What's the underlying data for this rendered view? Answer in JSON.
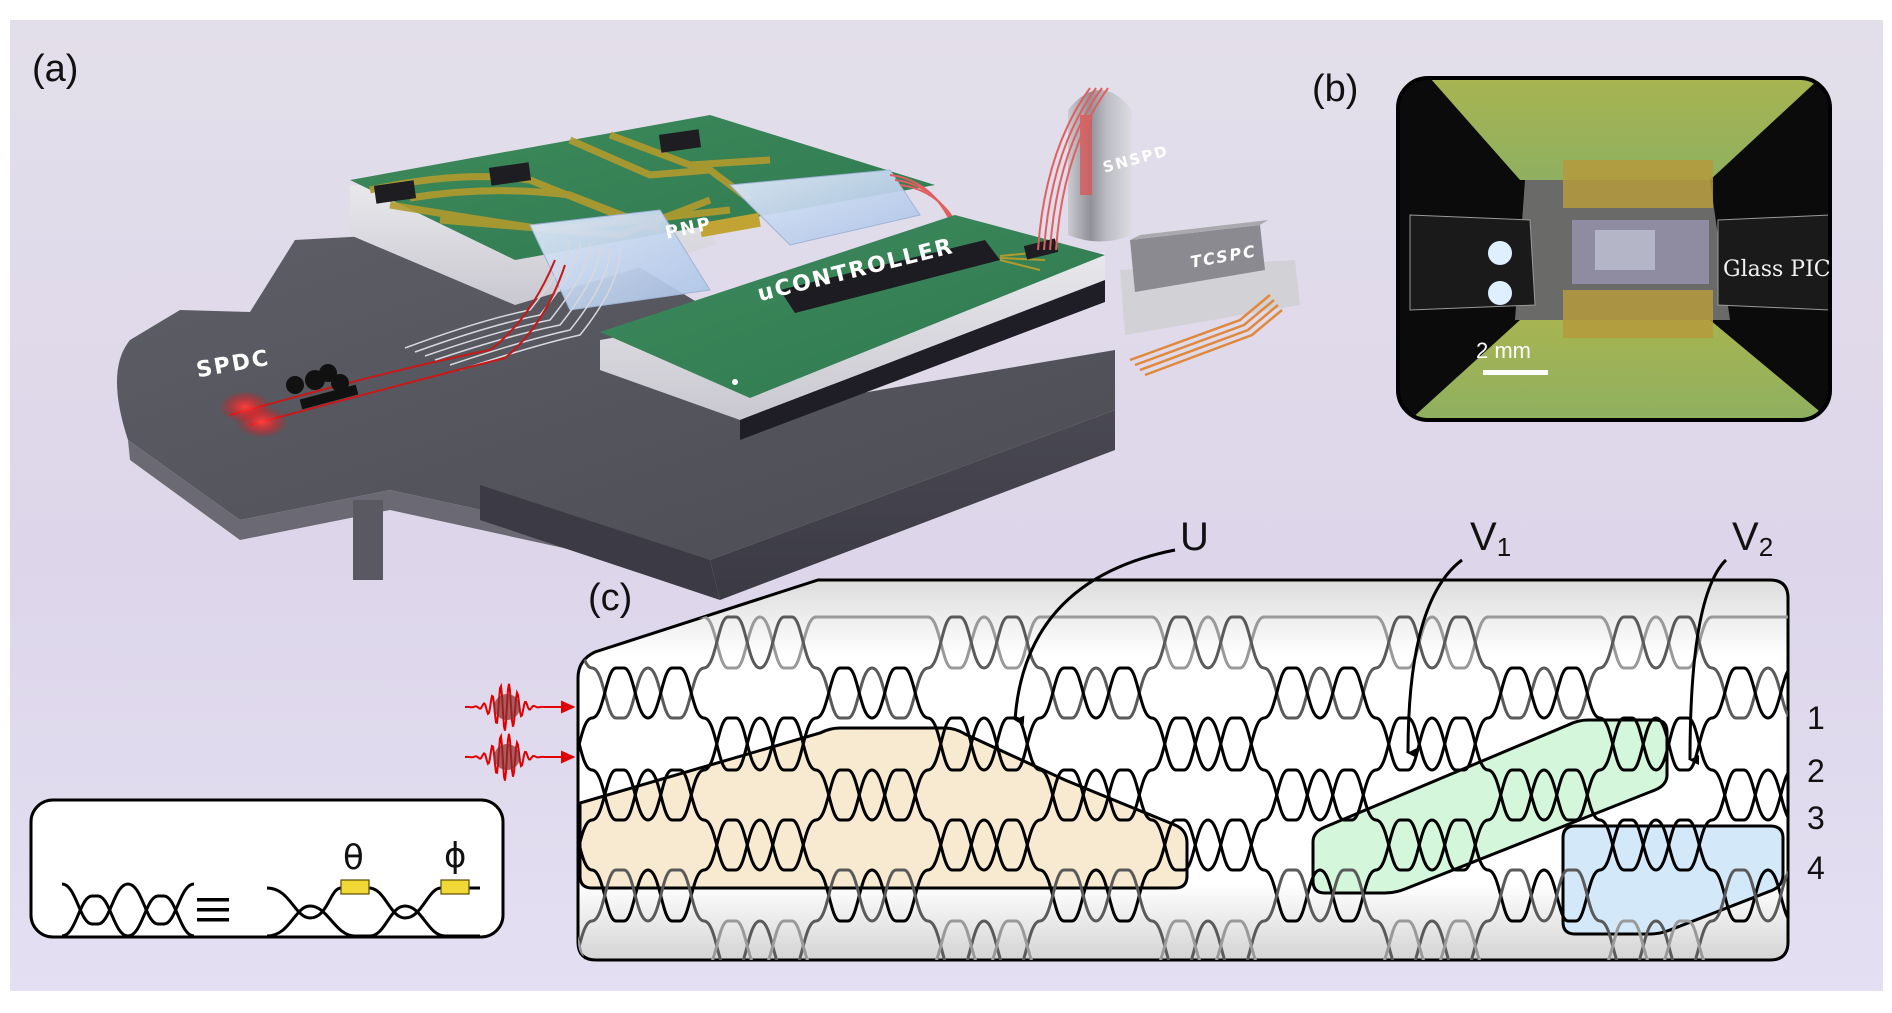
{
  "figure": {
    "panels": {
      "a": {
        "label": "(a)"
      },
      "b": {
        "label": "(b)"
      },
      "c": {
        "label": "(c)"
      }
    },
    "scene_labels": {
      "spdc": "SPDC",
      "pnp": "PNP",
      "ucontroller": "uCONTROLLER",
      "snspd": "SNSPD",
      "tcspc": "TCSPC"
    },
    "photo": {
      "annotation": "Glass PIC",
      "scale_bar": "2 mm"
    },
    "schematic": {
      "operators": [
        {
          "name": "U",
          "sub": ""
        },
        {
          "name": "V",
          "sub": "1"
        },
        {
          "name": "V",
          "sub": "2"
        }
      ],
      "ports": [
        "1",
        "2",
        "3",
        "4"
      ],
      "region_colors": {
        "U": "#f8ead0",
        "V1": "#d4f6da",
        "V2": "#d3e8f8"
      },
      "photon_color": "#e00000",
      "input_photons": 2
    },
    "legend": {
      "theta": "θ",
      "phi": "ϕ",
      "equiv": "≡",
      "phase_shifter_color": "#f0d836"
    }
  }
}
